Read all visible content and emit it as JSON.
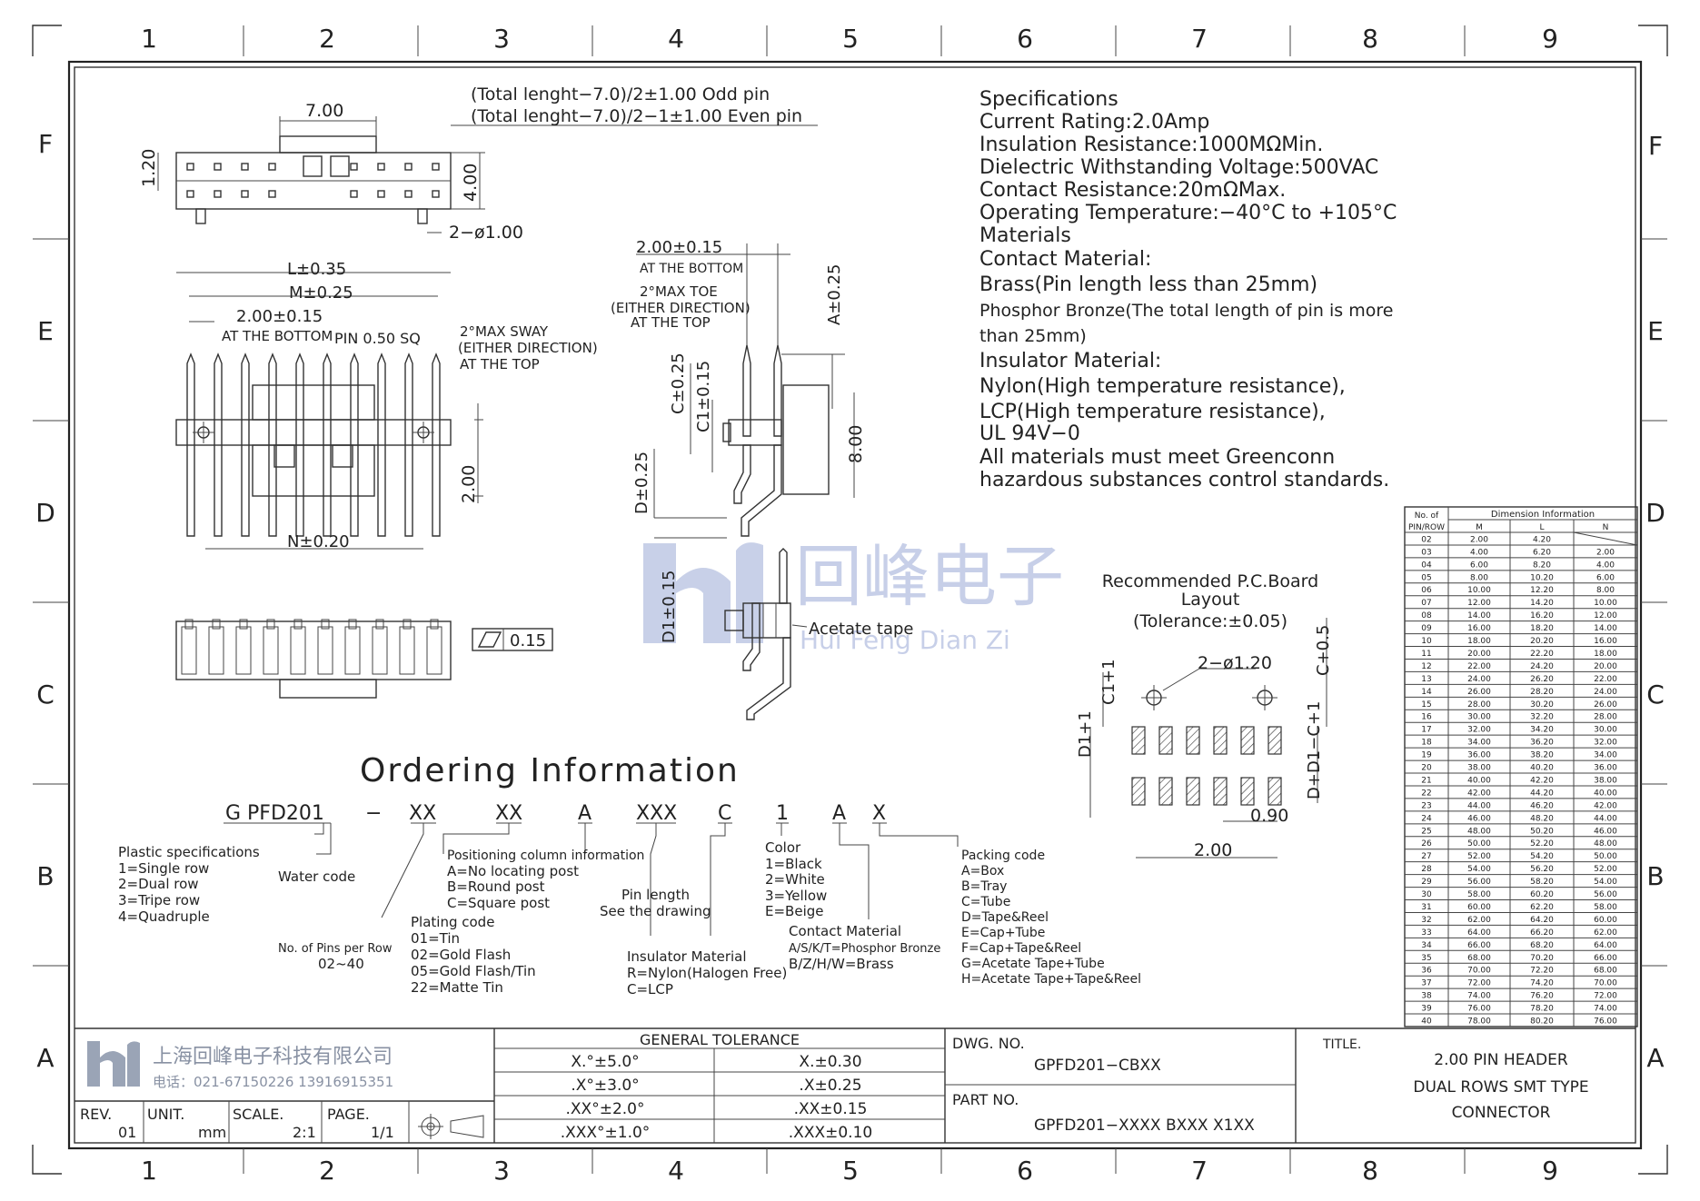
{
  "border": {
    "columns": [
      "1",
      "2",
      "3",
      "4",
      "5",
      "6",
      "7",
      "8",
      "9"
    ],
    "rows": [
      "F",
      "E",
      "D",
      "C",
      "B",
      "A"
    ]
  },
  "top_view": {
    "dim_width": "7.00",
    "dim_odd": "(Total lenght−7.0)/2±1.00 Odd pin",
    "dim_even": "(Total lenght−7.0)/2−1±1.00 Even pin",
    "dim_height_left": "1.20",
    "dim_height_right": "4.00",
    "dim_holes": "2−ø1.00"
  },
  "front_view": {
    "dim_L": "L±0.35",
    "dim_M": "M±0.25",
    "dim_pitch": "2.00±0.15",
    "note_bottom": "AT THE BOTTOM",
    "pin": "PIN 0.50 SQ",
    "sway_1": "2°MAX SWAY",
    "sway_2": "(EITHER DIRECTION)",
    "sway_3": "AT THE TOP",
    "dim_2": "2.00",
    "dim_N": "N±0.20"
  },
  "side_view": {
    "dim_pitch": "2.00±0.15",
    "note_bottom": "AT THE BOTTOM",
    "toe_1": "2°MAX TOE",
    "toe_2": "(EITHER DIRECTION)",
    "toe_3": "AT THE TOP",
    "dim_A": "A±0.25",
    "dim_C": "C±0.25",
    "dim_C1": "C1±0.15",
    "dim_8": "8.00",
    "dim_D": "D±0.25",
    "dim_D1": "D1±0.15",
    "acetate": "Acetate tape"
  },
  "flatness": "0.15",
  "specs": [
    "Specifications",
    "Current Rating:2.0Amp",
    "Insulation Resistance:1000MΩMin.",
    "Dielectric Withstanding Voltage:500VAC",
    "Contact Resistance:20mΩMax.",
    "Operating Temperature:−40°C to +105°C",
    "Materials",
    "Contact Material:",
    "Brass(Pin length less than 25mm)",
    "Phosphor Bronze(The total length of pin is more",
    "than 25mm)",
    "Insulator Material:",
    "Nylon(High temperature resistance),",
    "LCP(High temperature resistance),",
    "UL 94V−0",
    "All materials must meet Greenconn",
    "hazardous substances control standards."
  ],
  "pcb": {
    "title_1": "Recommended P.C.Board",
    "title_2": "Layout",
    "title_3": "(Tolerance:±0.05)",
    "holes": "2−ø1.20",
    "dim_C1": "C1+1",
    "dim_C": "C+0.5",
    "dim_D1": "D1+1",
    "dim_DD1C": "D+D1−C+1",
    "dim_090": "0.90",
    "dim_200": "2.00"
  },
  "dim_table": {
    "h1": "No. of",
    "h2": "PIN/ROW",
    "hdr": "Dimension Information",
    "cols": [
      "M",
      "L",
      "N"
    ],
    "rows": [
      [
        "02",
        "2.00",
        "4.20",
        ""
      ],
      [
        "03",
        "4.00",
        "6.20",
        "2.00"
      ],
      [
        "04",
        "6.00",
        "8.20",
        "4.00"
      ],
      [
        "05",
        "8.00",
        "10.20",
        "6.00"
      ],
      [
        "06",
        "10.00",
        "12.20",
        "8.00"
      ],
      [
        "07",
        "12.00",
        "14.20",
        "10.00"
      ],
      [
        "08",
        "14.00",
        "16.20",
        "12.00"
      ],
      [
        "09",
        "16.00",
        "18.20",
        "14.00"
      ],
      [
        "10",
        "18.00",
        "20.20",
        "16.00"
      ],
      [
        "11",
        "20.00",
        "22.20",
        "18.00"
      ],
      [
        "12",
        "22.00",
        "24.20",
        "20.00"
      ],
      [
        "13",
        "24.00",
        "26.20",
        "22.00"
      ],
      [
        "14",
        "26.00",
        "28.20",
        "24.00"
      ],
      [
        "15",
        "28.00",
        "30.20",
        "26.00"
      ],
      [
        "16",
        "30.00",
        "32.20",
        "28.00"
      ],
      [
        "17",
        "32.00",
        "34.20",
        "30.00"
      ],
      [
        "18",
        "34.00",
        "36.20",
        "32.00"
      ],
      [
        "19",
        "36.00",
        "38.20",
        "34.00"
      ],
      [
        "20",
        "38.00",
        "40.20",
        "36.00"
      ],
      [
        "21",
        "40.00",
        "42.20",
        "38.00"
      ],
      [
        "22",
        "42.00",
        "44.20",
        "40.00"
      ],
      [
        "23",
        "44.00",
        "46.20",
        "42.00"
      ],
      [
        "24",
        "46.00",
        "48.20",
        "44.00"
      ],
      [
        "25",
        "48.00",
        "50.20",
        "46.00"
      ],
      [
        "26",
        "50.00",
        "52.20",
        "48.00"
      ],
      [
        "27",
        "52.00",
        "54.20",
        "50.00"
      ],
      [
        "28",
        "54.00",
        "56.20",
        "52.00"
      ],
      [
        "29",
        "56.00",
        "58.20",
        "54.00"
      ],
      [
        "30",
        "58.00",
        "60.20",
        "56.00"
      ],
      [
        "31",
        "60.00",
        "62.20",
        "58.00"
      ],
      [
        "32",
        "62.00",
        "64.20",
        "60.00"
      ],
      [
        "33",
        "64.00",
        "66.20",
        "62.00"
      ],
      [
        "34",
        "66.00",
        "68.20",
        "64.00"
      ],
      [
        "35",
        "68.00",
        "70.20",
        "66.00"
      ],
      [
        "36",
        "70.00",
        "72.20",
        "68.00"
      ],
      [
        "37",
        "72.00",
        "74.20",
        "70.00"
      ],
      [
        "38",
        "74.00",
        "76.20",
        "72.00"
      ],
      [
        "39",
        "76.00",
        "78.20",
        "74.00"
      ],
      [
        "40",
        "78.00",
        "80.20",
        "76.00"
      ]
    ]
  },
  "watermark": {
    "cn": "回峰电子",
    "py": "Hui Feng Dian Zi"
  },
  "ordering": {
    "title": "Ordering Information",
    "code": [
      "G PFD201",
      "−",
      "XX",
      "XX",
      "A",
      "XXX",
      "C",
      "1",
      "A",
      "X"
    ],
    "plastic": [
      "Plastic specifications",
      "1=Single row",
      "2=Dual row",
      "3=Tripe row",
      "4=Quadruple"
    ],
    "water": "Water code",
    "pins": [
      "No. of Pins per Row",
      "02~40"
    ],
    "plating": [
      "Plating code",
      "01=Tin",
      "02=Gold Flash",
      "05=Gold Flash/Tin",
      "22=Matte Tin"
    ],
    "position": [
      "Positioning column information",
      "A=No locating post",
      "B=Round post",
      "C=Square post"
    ],
    "pin_length": [
      "Pin length",
      "See the drawing"
    ],
    "insulator": [
      "Insulator Material",
      "R=Nylon(Halogen Free)",
      "C=LCP"
    ],
    "color": [
      "Color",
      "1=Black",
      "2=White",
      "3=Yellow",
      "E=Beige"
    ],
    "contact": [
      "Contact Material",
      "A/S/K/T=Phosphor Bronze",
      "B/Z/H/W=Brass"
    ],
    "packing": [
      "Packing code",
      "A=Box",
      "B=Tray",
      "C=Tube",
      "D=Tape&Reel",
      "E=Cap+Tube",
      "F=Cap+Tape&Reel",
      "G=Acetate Tape+Tube",
      "H=Acetate Tape+Tape&Reel"
    ]
  },
  "title_block": {
    "company": "上海回峰电子科技有限公司",
    "phone": "电话：021-67150226  13916915351",
    "rev_label": "REV.",
    "rev": "01",
    "unit_label": "UNIT.",
    "unit": "mm",
    "scale_label": "SCALE.",
    "scale": "2:1",
    "page_label": "PAGE.",
    "page": "1/1",
    "tol_title": "GENERAL TOLERANCE",
    "tol": [
      [
        "X.°±5.0°",
        "X.±0.30"
      ],
      [
        ".X°±3.0°",
        ".X±0.25"
      ],
      [
        ".XX°±2.0°",
        ".XX±0.15"
      ],
      [
        ".XXX°±1.0°",
        ".XXX±0.10"
      ]
    ],
    "dwg_label": "DWG. NO.",
    "dwg": "GPFD201−CBXX",
    "part_label": "PART NO.",
    "part": "GPFD201−XXXX BXXX X1XX",
    "title_label": "TITLE.",
    "title": [
      "2.00 PIN HEADER",
      "DUAL ROWS SMT TYPE",
      "CONNECTOR"
    ]
  }
}
